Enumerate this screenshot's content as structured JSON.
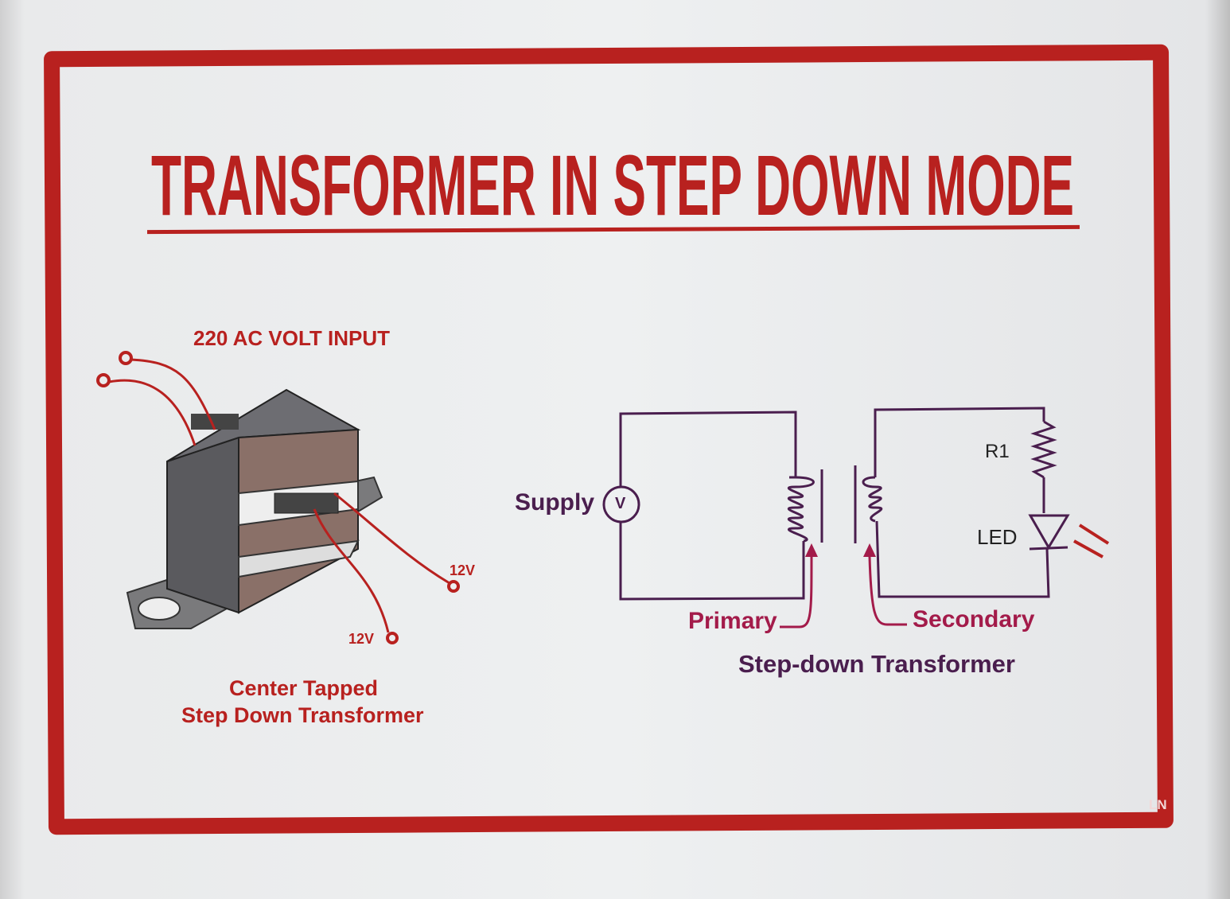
{
  "poster": {
    "title": "TRANSFORMER IN STEP DOWN MODE",
    "footer_mark": "LN"
  },
  "left_diagram": {
    "input_label": "220 AC VOLT INPUT",
    "output_label_1": "12V",
    "output_label_2": "12V",
    "caption_line_1": "Center Tapped",
    "caption_line_2": "Step Down Transformer"
  },
  "circuit": {
    "supply_label": "Supply",
    "meter_symbol": "V",
    "resistor_label": "R1",
    "led_label": "LED",
    "primary_label": "Primary",
    "secondary_label": "Secondary",
    "caption": "Step-down Transformer"
  },
  "colors": {
    "frame": "#b8211f",
    "circuit": "#4a1e4e",
    "arrows": "#a31b4a"
  }
}
